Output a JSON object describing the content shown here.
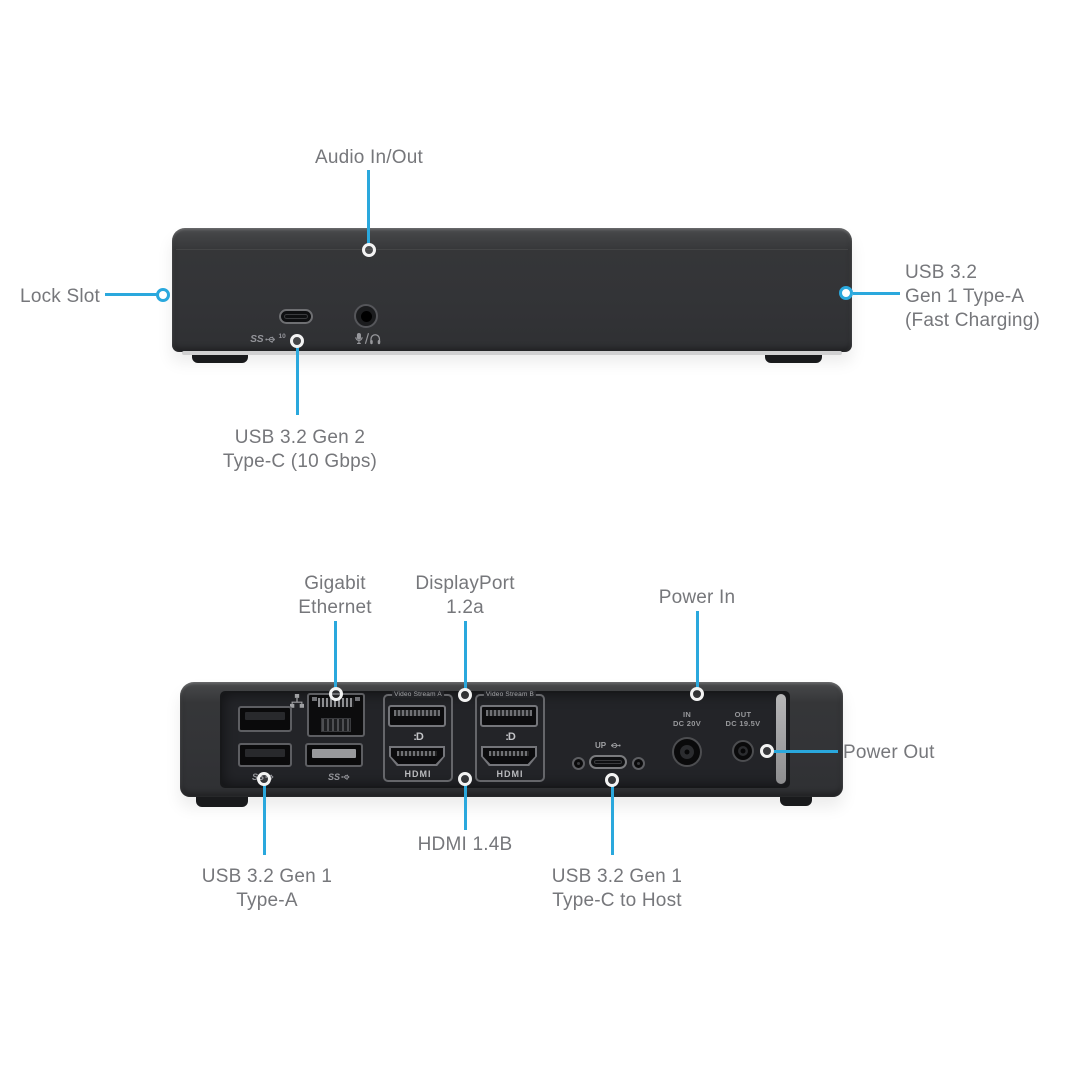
{
  "colors": {
    "accent": "#2AA8DD",
    "label_text": "#76777B",
    "device_body": "#333437",
    "rear_panel": "#232428"
  },
  "front": {
    "audio_label": "Audio In/Out",
    "lock_label": "Lock Slot",
    "usb_fast_1": "USB 3.2",
    "usb_fast_2": "Gen 1 Type-A",
    "usb_fast_3": "(Fast Charging)",
    "usb_c_1": "USB 3.2 Gen 2",
    "usb_c_2": "Type-C (10 Gbps)",
    "ss_marking": "SS",
    "ss_speed": "10"
  },
  "rear": {
    "eth_1": "Gigabit",
    "eth_2": "Ethernet",
    "dp_1": "DisplayPort",
    "dp_2": "1.2a",
    "power_in": "Power In",
    "power_out": "Power Out",
    "usb_a_1": "USB 3.2 Gen 1",
    "usb_a_2": "Type-A",
    "hdmi": "HDMI 1.4B",
    "usb_host_1": "USB 3.2 Gen 1",
    "usb_host_2": "Type-C to Host",
    "panel": {
      "vs_a": "Video Stream A",
      "vs_b": "Video Stream B",
      "hdmi_text": "HDMI",
      "dp_icon": ":D",
      "up": "UP",
      "in_1": "IN",
      "in_2": "DC 20V",
      "out_1": "OUT",
      "out_2": "DC 19.5V",
      "ss": "SS"
    }
  }
}
